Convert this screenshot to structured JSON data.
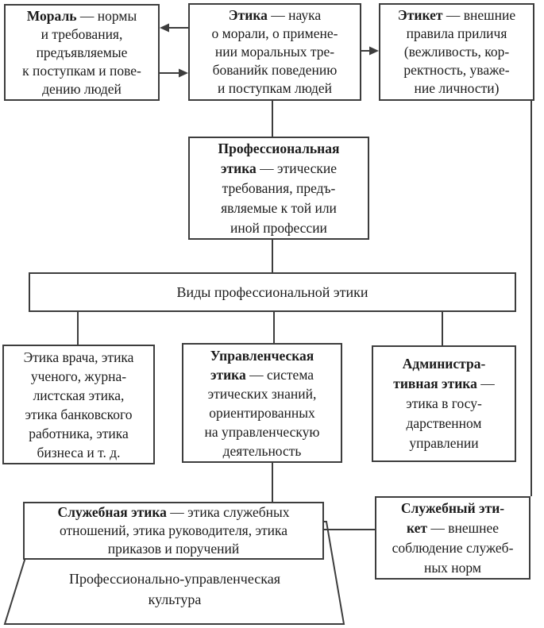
{
  "colors": {
    "line": "#3d3d3d",
    "text": "#1b1b1b",
    "background": "#ffffff"
  },
  "boxes": {
    "moral": {
      "bold": "Мораль",
      "text": " — нормы\nи требования,\nпредъявляемые\nк поступкам и пове-\nдению людей"
    },
    "etika": {
      "bold": "Этика",
      "text": " — наука\nо морали, о примене-\nнии моральных тре-\nбованийк поведению\nи поступкам людей"
    },
    "etiket": {
      "bold": "Этикет",
      "text": " — внешние\nправила приличя\n(вежливость, кор-\nректность, уваже-\nние личности)"
    },
    "prof_etika": {
      "bold": "Профессиональная\nэтика",
      "text": " — этические\nтребования, предъ-\nявляемые к той или\nиной профессии"
    },
    "vidy": {
      "bold": "",
      "text": "Виды профессиональной этики"
    },
    "vrach": {
      "bold": "",
      "text": "Этика врача, этика\nученого, журна-\nлистская этика,\nэтика банковского\nработника, этика\nбизнеса и т. д."
    },
    "uprav_etika": {
      "bold": "Управленческая\nэтика",
      "text": " — система\nэтических знаний,\nориентированных\nна управленческую\nдеятельность"
    },
    "admin_etika": {
      "bold": "Администра-\nтивная этика",
      "text": " —\nэтика в госу-\nдарственном\nуправлении"
    },
    "sluzhebnaya_etika": {
      "bold": "Служебная этика",
      "text": " — этика служебных\nотношений, этика руководителя, этика\nприказов и поручений"
    },
    "sluzhebny_etiket": {
      "bold": "Служебный эти-\nкет",
      "text": " — внешнее\nсоблюдение служеб-\nных норм"
    },
    "trapezoid": {
      "bold": "",
      "text": "Профессионально-управленческая\nкультура"
    }
  }
}
